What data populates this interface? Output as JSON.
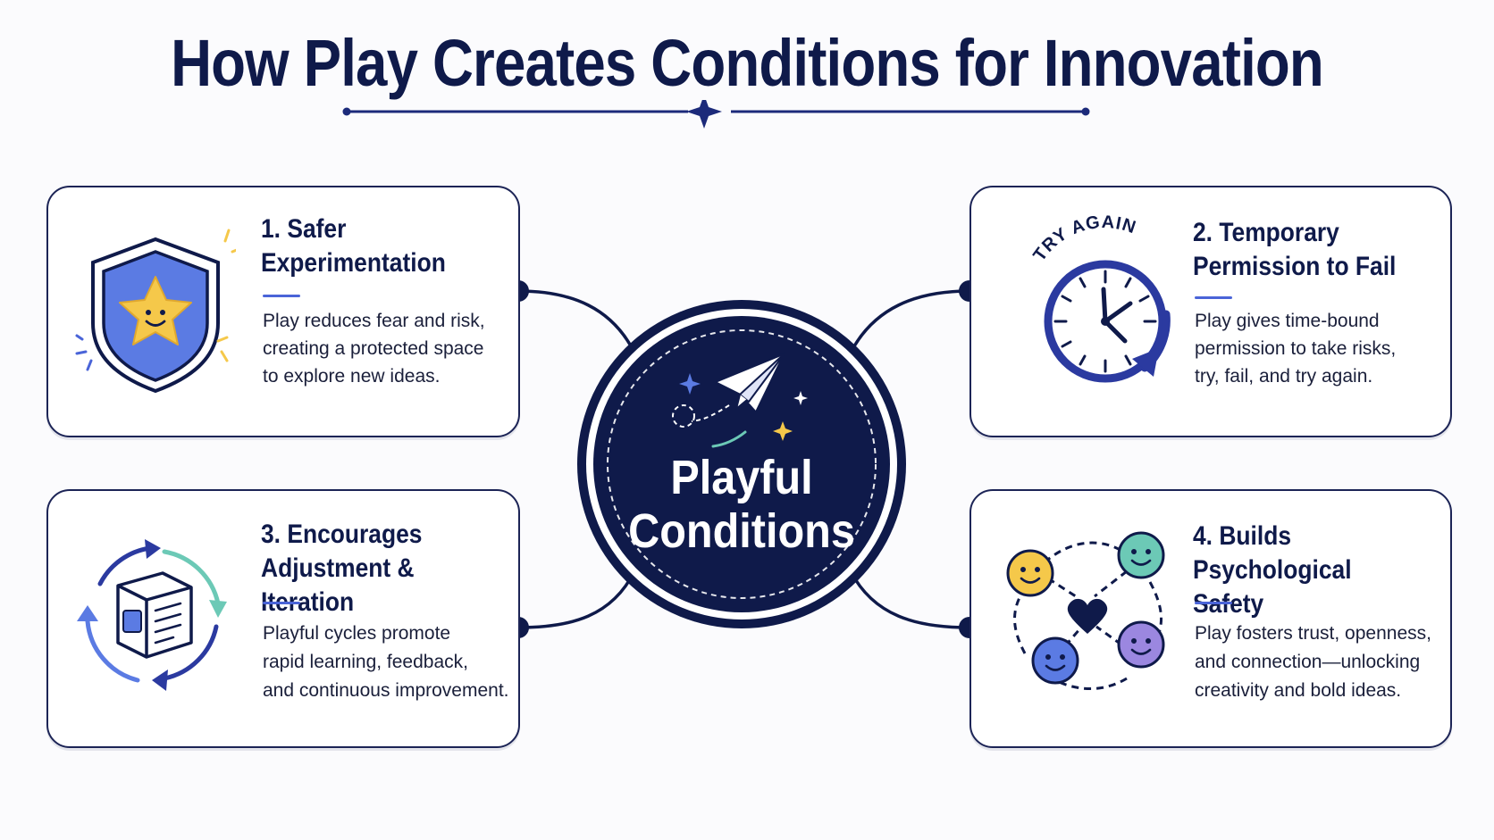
{
  "title": "How Play Creates Conditions for Innovation",
  "center": {
    "label": "Playful\nConditions"
  },
  "cards": [
    {
      "title": "1. Safer\nExperimentation",
      "text": "Play reduces fear and risk,\ncreating a protected space\nto explore new ideas."
    },
    {
      "title": "2. Temporary\nPermission to Fail",
      "text": "Play gives time-bound\npermission to take risks,\ntry, fail, and try again.",
      "icon_text": "TRY AGAIN"
    },
    {
      "title": "3. Encourages\nAdjustment & Iteration",
      "text": "Playful cycles promote\nrapid learning, feedback,\nand continuous improvement."
    },
    {
      "title": "4. Builds\nPsychological Safety",
      "text": "Play fosters trust, openness,\nand connection—unlocking\ncreativity and bold ideas."
    }
  ],
  "colors": {
    "navy": "#0f1a4a",
    "accent_blue": "#4a64d8",
    "star_yellow": "#f5c84a",
    "teal": "#6cc9b6",
    "purple": "#9b87e0"
  },
  "icons": [
    "shield-star-icon",
    "clock-icon",
    "cycle-cube-icon",
    "smiley-network-icon",
    "paper-plane-icon"
  ]
}
